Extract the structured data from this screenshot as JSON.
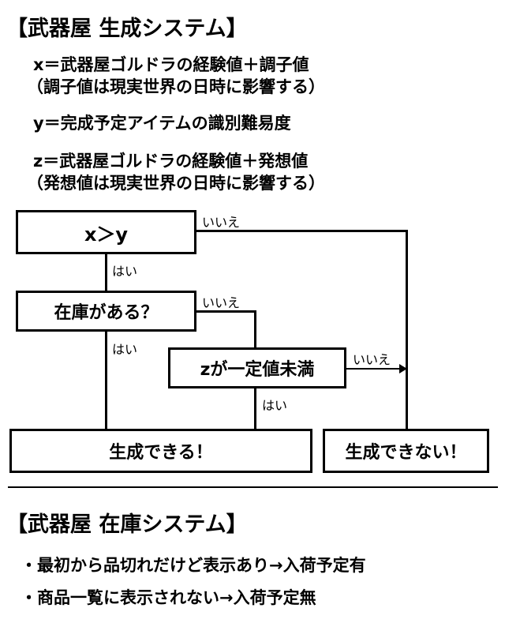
{
  "section1": {
    "title": "【武器屋 生成システム】",
    "defs": [
      {
        "line1": "x＝武器屋ゴルドラの経験値＋調子値",
        "line2": "（調子値は現実世界の日時に影響する）"
      },
      {
        "line1": "y＝完成予定アイテムの識別難易度",
        "line2": ""
      },
      {
        "line1": "z＝武器屋ゴルドラの経験値＋発想値",
        "line2": "（発想値は現実世界の日時に影響する）"
      }
    ]
  },
  "flow": {
    "cond1": "x＞y",
    "cond2": "在庫がある？",
    "cond3": "zが一定値未満",
    "result_yes": "生成できる！",
    "result_no": "生成できない！",
    "yes": "はい",
    "no": "いいえ"
  },
  "section2": {
    "title": "【武器屋 在庫システム】",
    "bullets": [
      "・最初から品切れだけど表示あり→入荷予定有",
      "・商品一覧に表示されない→入荷予定無"
    ]
  }
}
